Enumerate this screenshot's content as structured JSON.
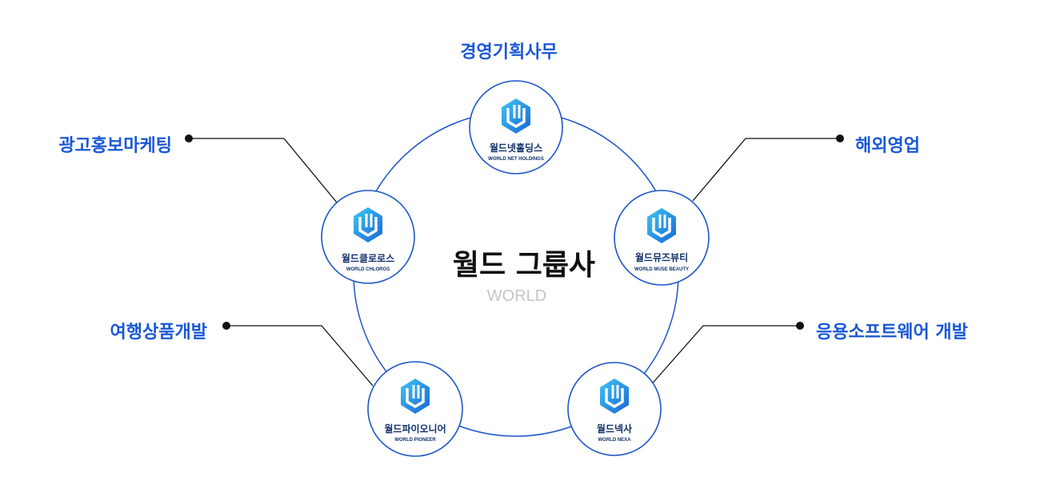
{
  "colors": {
    "accent": "#1a58d6",
    "ring": "#1e56c8",
    "logo_light": "#34b8f0",
    "logo_dark": "#1a6fd9",
    "connector": "#111111",
    "center_sub": "#c4c4c4"
  },
  "center": {
    "title": "월드 그룹사",
    "subtitle": "WORLD"
  },
  "companies": [
    {
      "name": "월드넷홀딩스",
      "english": "WORLD NET HOLDINGS",
      "icon": "world-logo-icon"
    },
    {
      "name": "월드뮤즈뷰티",
      "english": "WORLD MUSE BEAUTY",
      "icon": "world-logo-icon"
    },
    {
      "name": "월드넥사",
      "english": "WORLD NEXA",
      "icon": "world-logo-icon"
    },
    {
      "name": "월드파이오니어",
      "english": "WORLD PIONEER",
      "icon": "world-logo-icon"
    },
    {
      "name": "월드클로로스",
      "english": "WORLD CHLOROS",
      "icon": "world-logo-icon"
    }
  ],
  "business_areas": {
    "top": "경영기획사무",
    "top_left": "광고홍보마케팅",
    "top_right": "해외영업",
    "bottom_left": "여행상품개발",
    "bottom_right": "응용소프트웨어 개발"
  }
}
